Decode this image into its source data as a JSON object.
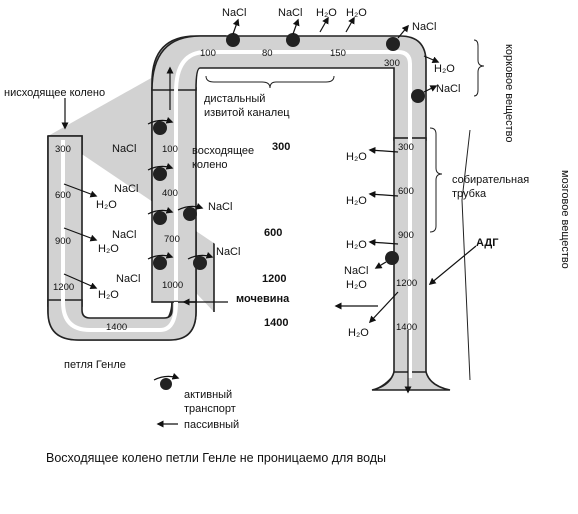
{
  "labels": {
    "descending_limb": "нисходящее колено",
    "ascending_limb": "восходящее колено",
    "distal_tubule": "дистальный извитой каналец",
    "collecting_duct": "собирательная трубка",
    "loop_of_henle": "петля Генле",
    "cortex": "корковое вещество",
    "medulla": "мозговое вещество",
    "adh": "АДГ",
    "urea": "мочевина",
    "caption": "Восходящее колено петли Генле не проницаемо для воды"
  },
  "legend": {
    "active": "активный транспорт",
    "passive": "пассивный"
  },
  "substances": {
    "nacl": "NaCl",
    "water": "H₂O"
  },
  "osmolarity": {
    "descending": [
      "300",
      "600",
      "900",
      "1200"
    ],
    "loop_bottom": "1400",
    "ascending": [
      "100",
      "400",
      "700",
      "1000"
    ],
    "distal": [
      "100",
      "80",
      "150",
      "300"
    ],
    "interstitial": [
      "300",
      "600",
      "1200",
      "1400"
    ],
    "collecting": [
      "300",
      "600",
      "900",
      "1200",
      "1400"
    ]
  }
}
